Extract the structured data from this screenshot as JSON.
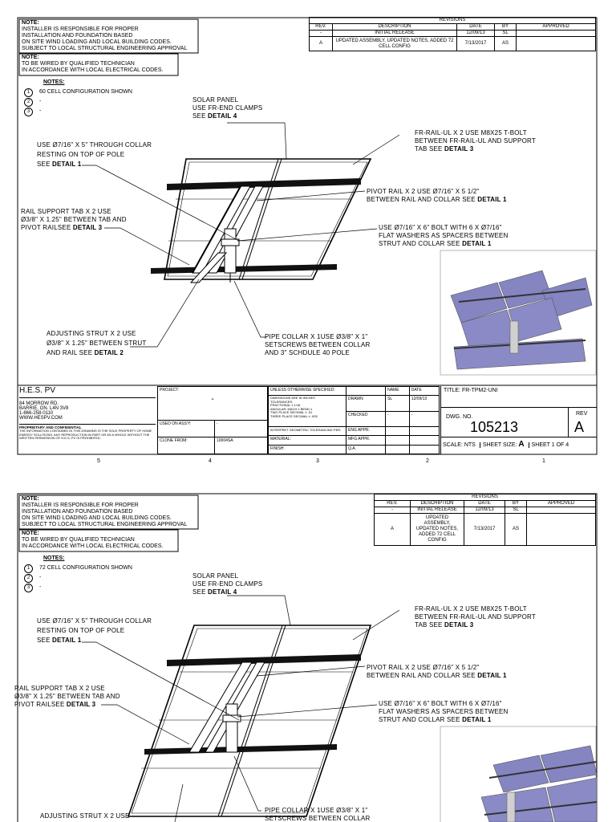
{
  "sheets": [
    {
      "note1": {
        "title": "NOTE:",
        "lines": [
          "INSTALLER IS RESPONSIBLE FOR PROPER",
          "INSTALLATION AND FOUNDATION BASED",
          "ON SITE WIND LOADING AND LOCAL BUILDING CODES.",
          "SUBJECT TO LOCAL STRUCTURAL ENGINEERING APPROVAL"
        ]
      },
      "note2": {
        "title": "NOTE:",
        "lines": [
          "TO BE WIRED BY QUALIFIED TECHNICIAN",
          "IN ACCORDANCE WITH LOCAL ELECTRICAL CODES."
        ]
      },
      "notes_title": "NOTES:",
      "notes": [
        {
          "num": "1",
          "text": "60 CELL CONFIGURATION SHOWN"
        },
        {
          "num": "2",
          "text": "-"
        },
        {
          "num": "3",
          "text": "-"
        }
      ],
      "revisions": {
        "title": "REVISIONS",
        "headers": [
          "REV.",
          "DESCRIPTION",
          "DATE",
          "BY",
          "APPROVED"
        ],
        "rows": [
          [
            "-",
            "INITIAL RELEASE",
            "12/09/13",
            "SL",
            ""
          ],
          [
            "A",
            "UPDATED ASSEMBLY, UPDATED NOTES, ADDED 72 CELL CONFIG",
            "7/13/2017",
            "AS",
            ""
          ]
        ]
      },
      "callouts": {
        "solar_panel": {
          "lines": [
            "SOLAR PANEL",
            "USE FR-END CLAMPS",
            "SEE "
          ],
          "detail": "DETAIL 4"
        },
        "fr_rail": {
          "lines": [
            "FR-RAIL-UL X 2 USE M8X25 T-BOLT",
            "BETWEEN FR-RAIL-UL AND  SUPPORT",
            "TAB SEE "
          ],
          "detail": "DETAIL 3"
        },
        "through_collar": {
          "lines": [
            "USE  Ø7/16\" X 5\" THROUGH COLLAR",
            "RESTING ON TOP OF POLE",
            "SEE "
          ],
          "detail": "DETAIL 1"
        },
        "pivot_rail": {
          "lines": [
            "PIVOT RAIL X 2 USE  Ø7/16\" X 5 1/2\"",
            "BETWEEN RAIL AND COLLAR  SEE "
          ],
          "detail": "DETAIL 1"
        },
        "rail_support": {
          "lines": [
            "RAIL SUPPORT TAB X 2 USE",
            "Ø3/8\" X 1.25\" BETWEEN TAB AND",
            "PIVOT RAILSEE "
          ],
          "detail": "DETAIL 3"
        },
        "bolt_washers": {
          "lines": [
            "USE  Ø7/16\" X 6\" BOLT WITH 6 X  Ø7/16\"",
            "FLAT WASHERS AS SPACERS BETWEEN",
            "STRUT AND COLLAR SEE "
          ],
          "detail": "DETAIL 1"
        },
        "adjusting_strut": {
          "lines": [
            "ADJUSTING STRUT X 2 USE",
            "Ø3/8\" X 1.25\" BETWEEN STRUT",
            "AND RAIL SEE "
          ],
          "detail": "DETAIL 2"
        },
        "pipe_collar": {
          "lines": [
            "PIPE COLLAR X 1USE  Ø3/8\" X 1\"",
            "SETSCREWS BETWEEN COLLAR",
            "AND 3\" SCHDULE 40 POLE"
          ],
          "detail": ""
        }
      },
      "title_block": {
        "company": "H.E.S. PV",
        "address": [
          "84 MORROW RD.",
          "BARRIE, ON. L4N 3V8",
          "1-866-258-0110",
          "WWW.HESPV.COM"
        ],
        "prop_title": "PROPRIETARY AND CONFIDENTIAL",
        "prop_text": "THE INFORMATION CONTAINED IN THIS DRAWING IS THE SOLE PROPERTY OF HOME ENERGY SOLUTIONS.  ANY REPRODUCTION IN PART OR AS A WHOLE WITHOUT THE WRITTEN PERMISSION OF H.E.S. PV IS PROHIBITED.",
        "project_label": "PROJECT:",
        "project_value": "-",
        "used_on_label": "USED ON ASS'Y:",
        "used_on_value": "-",
        "clone_label": "CLONE FROM:",
        "clone_value": "10004SA",
        "unless": "UNLESS OTHERWISE SPECIFIED:",
        "tol_lines": [
          "DIMENSIONS ARE IN INCHES",
          "TOLERANCES:",
          "FRACTIONAL ± 1/16",
          "ANGULAR: MACH ±   BEND ±",
          "TWO PLACE DECIMAL  ± .01",
          "THREE PLACE DECIMAL  ± .005"
        ],
        "interpret": "INTERPRET GEOMETRIC TOLERANCING PER:",
        "material": "MATERIAL:",
        "finish": "FINISH:",
        "name_hdr": "NAME",
        "date_hdr": "DATE",
        "drawn": "DRAWN",
        "drawn_name": "SL",
        "drawn_date": "12/09/13",
        "checked": "CHECKED",
        "checked_name": "-",
        "checked_date": "-",
        "eng": "ENG APPR.",
        "mfg": "MFG APPR.",
        "qa": "Q.A.",
        "title_label": "TITLE: FR-TPM2-UNI",
        "dwg_label": "DWG.  NO.",
        "dwg_no": "105213",
        "rev_label": "REV",
        "rev_value": "A",
        "scale": "SCALE: NTS",
        "sheet_size_label": "SHEET SIZE: ",
        "sheet_size": "A",
        "sheet_of": "SHEET 1 OF 4"
      },
      "zones": [
        "5",
        "4",
        "3",
        "2",
        "1"
      ]
    },
    {
      "note1": {
        "title": "NOTE:",
        "lines": [
          "INSTALLER IS RESPONSIBLE FOR PROPER",
          "INSTALLATION AND FOUNDATION BASED",
          "ON SITE WIND LOADING AND LOCAL BUILDING CODES.",
          "SUBJECT TO LOCAL STRUCTURAL ENGINEERING APPROVAL"
        ]
      },
      "note2": {
        "title": "NOTE:",
        "lines": [
          "TO BE WIRED BY QUALIFIED TECHNICIAN",
          "IN ACCORDANCE WITH LOCAL ELECTRICAL CODES."
        ]
      },
      "notes_title": "NOTES:",
      "notes": [
        {
          "num": "1",
          "text": "72 CELL CONFIGURATION SHOWN"
        },
        {
          "num": "2",
          "text": "-"
        },
        {
          "num": "3",
          "text": "-"
        }
      ],
      "revisions": {
        "title": "REVISIONS",
        "headers": [
          "REV.",
          "DESCRIPTION",
          "DATE",
          "BY",
          "APPROVED"
        ],
        "rows": [
          [
            "-",
            "INITIAL RELEASE",
            "12/09/13",
            "SL",
            ""
          ],
          [
            "A",
            "UPDATED ASSEMBLY, UPDATED NOTES, ADDED 72 CELL CONFIG",
            "7/13/2017",
            "AS",
            ""
          ]
        ]
      },
      "callouts": {
        "solar_panel": {
          "lines": [
            "SOLAR PANEL",
            "USE FR-END CLAMPS",
            "SEE "
          ],
          "detail": "DETAIL 4"
        },
        "fr_rail": {
          "lines": [
            "FR-RAIL-UL X 2 USE M8X25 T-BOLT",
            "BETWEEN FR-RAIL-UL AND  SUPPORT",
            "TAB SEE "
          ],
          "detail": "DETAIL 3"
        },
        "through_collar": {
          "lines": [
            "USE  Ø7/16\" X 5\" THROUGH COLLAR",
            "RESTING ON TOP OF POLE",
            "SEE "
          ],
          "detail": "DETAIL 1"
        },
        "pivot_rail": {
          "lines": [
            "PIVOT RAIL X 2 USE  Ø7/16\" X 5 1/2\"",
            "BETWEEN RAIL AND COLLAR  SEE "
          ],
          "detail": "DETAIL 1"
        },
        "rail_support": {
          "lines": [
            "RAIL SUPPORT TAB X 2 USE",
            "Ø3/8\" X 1.25\" BETWEEN TAB AND",
            "PIVOT RAILSEE "
          ],
          "detail": "DETAIL 3"
        },
        "bolt_washers": {
          "lines": [
            "USE  Ø7/16\" X 6\" BOLT WITH 6 X  Ø7/16\"",
            "FLAT WASHERS AS SPACERS BETWEEN",
            "STRUT AND COLLAR SEE "
          ],
          "detail": "DETAIL 1"
        },
        "adjusting_strut": {
          "lines": [
            "ADJUSTING STRUT X 2 USE"
          ],
          "detail": ""
        },
        "pipe_collar": {
          "lines": [
            "PIPE COLLAR X 1USE  Ø3/8\" X 1\"",
            "SETSCREWS BETWEEN COLLAR"
          ],
          "detail": ""
        }
      }
    }
  ]
}
